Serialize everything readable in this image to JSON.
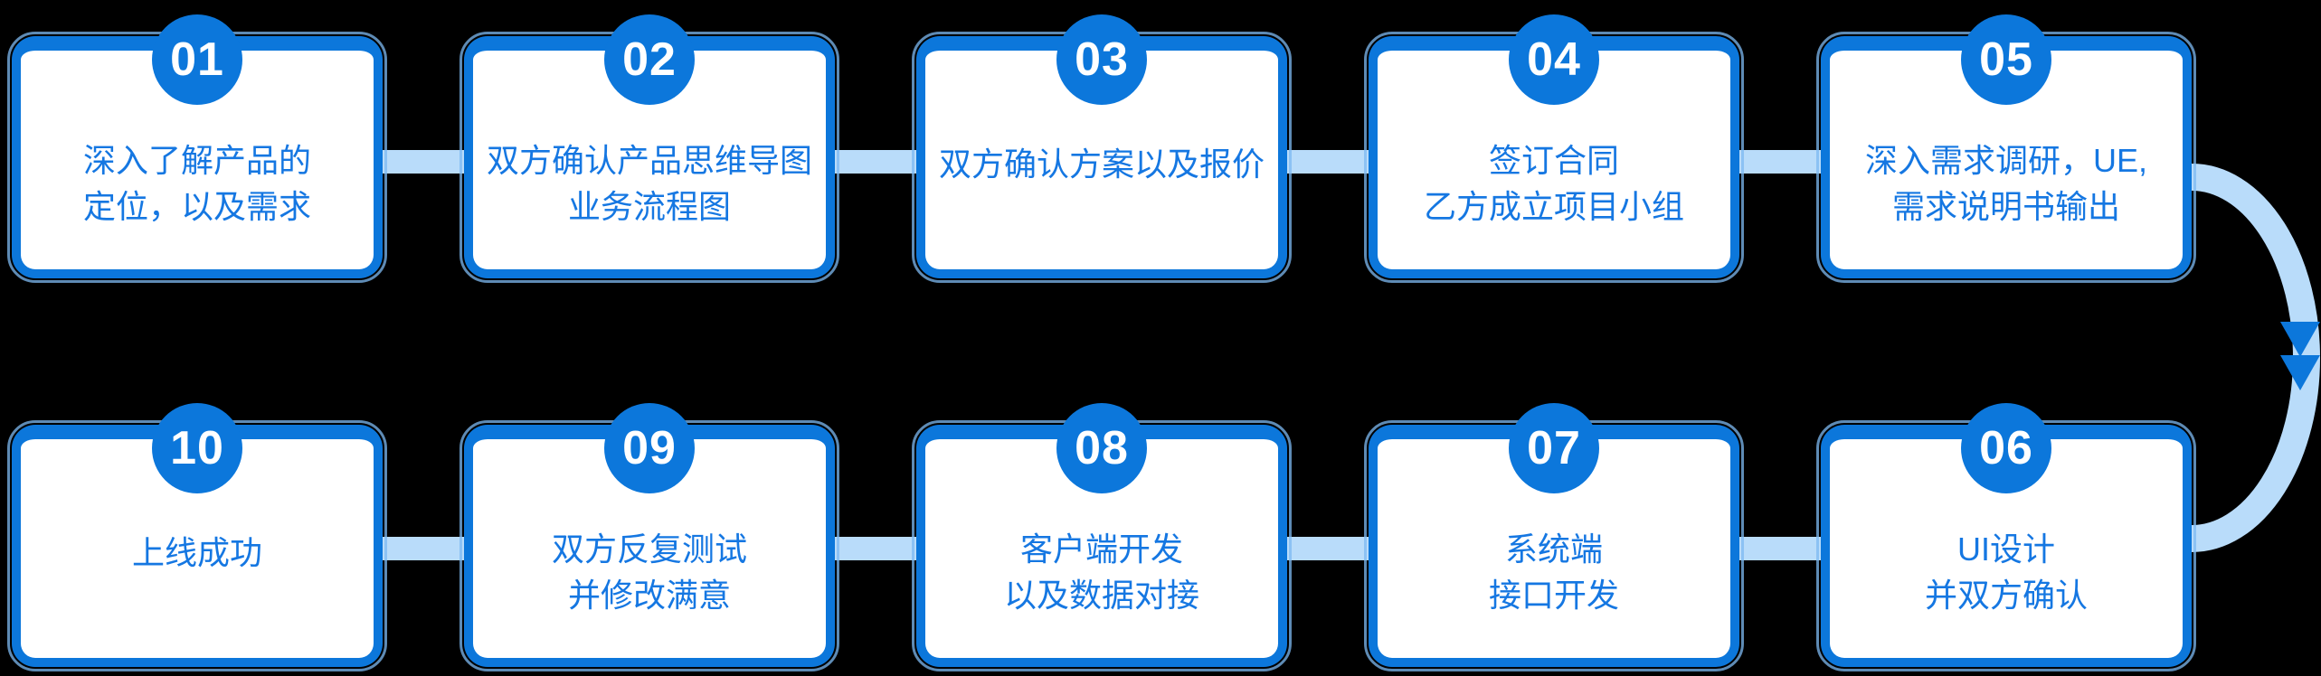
{
  "diagram_title": "",
  "colors": {
    "background": "#000000",
    "primary_blue": "#0c77db",
    "light_band_blue": "#b9dcfa",
    "outer_outline_blue": "#7dbaf2",
    "text_blue": "#1577e2",
    "card_background": "#ffffff",
    "badge_text": "#ffffff"
  },
  "steps": [
    {
      "number": "01",
      "line1": "深入了解产品的",
      "line2": "定位，以及需求"
    },
    {
      "number": "02",
      "line1": "双方确认产品思维导图",
      "line2": "业务流程图"
    },
    {
      "number": "03",
      "line1": "双方确认方案以及报价",
      "line2": ""
    },
    {
      "number": "04",
      "line1": "签订合同",
      "line2": "乙方成立项目小组"
    },
    {
      "number": "05",
      "line1": "深入需求调研，UE,",
      "line2": "需求说明书输出"
    },
    {
      "number": "06",
      "line1": "UI设计",
      "line2": "并双方确认"
    },
    {
      "number": "07",
      "line1": "系统端",
      "line2": "接口开发"
    },
    {
      "number": "08",
      "line1": "客户端开发",
      "line2": "以及数据对接"
    },
    {
      "number": "09",
      "line1": "双方反复测试",
      "line2": "并修改满意"
    },
    {
      "number": "10",
      "line1": "上线成功",
      "line2": ""
    }
  ],
  "flow": {
    "top_row_left_to_right": [
      "01",
      "02",
      "03",
      "04",
      "05"
    ],
    "bottom_row_left_to_right": [
      "10",
      "09",
      "08",
      "07",
      "06"
    ],
    "return_arrow": "05 to 06"
  }
}
